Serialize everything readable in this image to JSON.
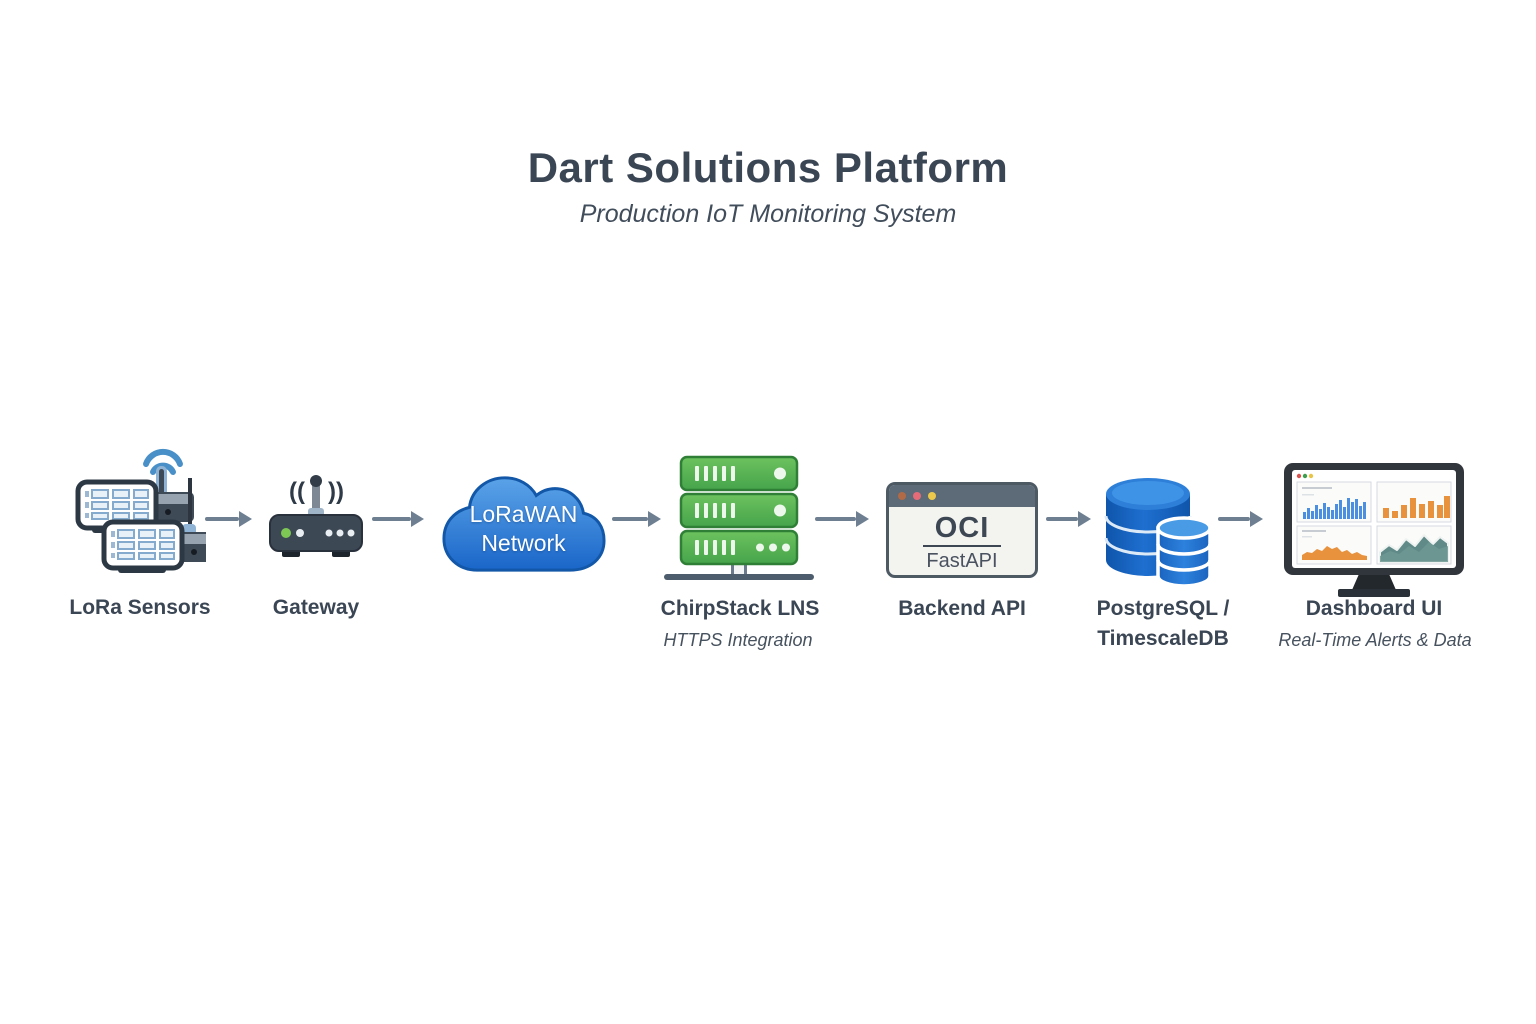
{
  "header": {
    "title": "Dart Solutions Platform",
    "subtitle": "Production IoT Monitoring System"
  },
  "nodes": {
    "sensors": {
      "label": "LoRa Sensors"
    },
    "gateway": {
      "label": "Gateway"
    },
    "network": {
      "line1": "LoRaWAN",
      "line2": "Network"
    },
    "chirpstack": {
      "label": "ChirpStack LNS",
      "sublabel": "HTTPS Integration"
    },
    "backend": {
      "label": "Backend API",
      "window_title": "OCI",
      "window_subtitle": "FastAPI"
    },
    "database": {
      "label_line1": "PostgreSQL /",
      "label_line2": "TimescaleDB"
    },
    "dashboard": {
      "label": "Dashboard UI",
      "sublabel": "Real-Time Alerts & Data"
    }
  },
  "colors": {
    "heading_text": "#3b4655",
    "arrow": "#6e7f91",
    "cloud_blue_top": "#5ba3e8",
    "cloud_blue_bottom": "#1a66c9",
    "server_green": "#55b24e",
    "database_blue": "#1260bd",
    "monitor_frame": "#30363c",
    "window_bar": "#5d6b79",
    "chart_blue": "#4a8fe0",
    "chart_orange": "#e8923e",
    "chart_teal": "#5f8a87"
  }
}
